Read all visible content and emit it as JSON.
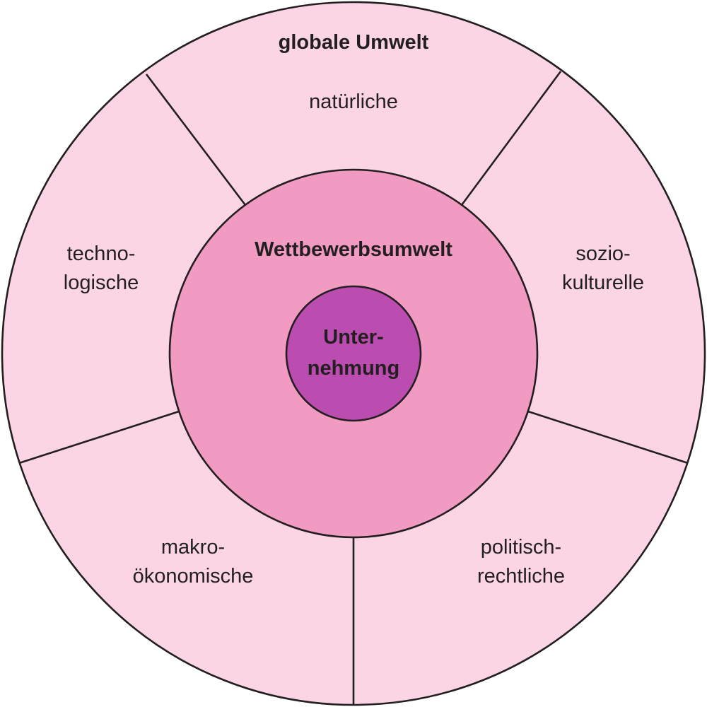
{
  "colors": {
    "outer_ring": "#fbd5e5",
    "middle_ring": "#f19ac2",
    "core": "#bc4db0",
    "stroke": "#231f20",
    "text": "#231f20"
  },
  "outer": {
    "title": "globale Umwelt",
    "segments": {
      "natural": {
        "line1": "natürliche",
        "line2": ""
      },
      "sociocultural": {
        "line1": "sozio-",
        "line2": "kulturelle"
      },
      "political_legal": {
        "line1": "politisch-",
        "line2": "rechtliche"
      },
      "macroeconomic": {
        "line1": "makro-",
        "line2": "ökonomische"
      },
      "technological": {
        "line1": "techno-",
        "line2": "logische"
      }
    }
  },
  "middle": {
    "title": "Wettbewerbsumwelt"
  },
  "core": {
    "line1": "Unter-",
    "line2": "nehmung"
  }
}
